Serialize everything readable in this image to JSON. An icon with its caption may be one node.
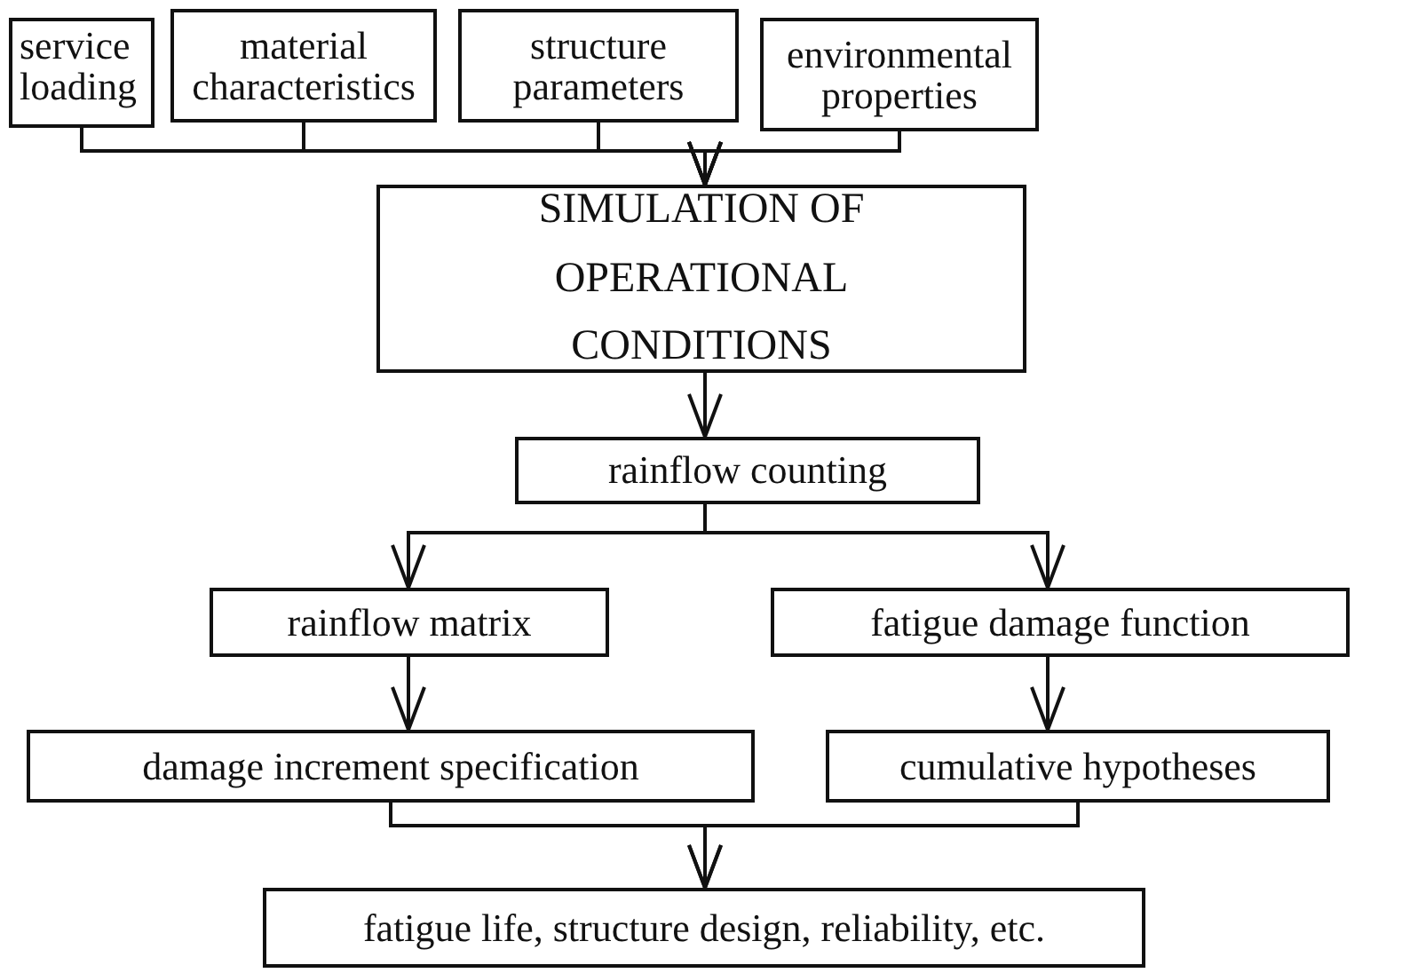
{
  "diagram": {
    "nodes": [
      {
        "text": [
          "service loading"
        ]
      },
      {
        "text": [
          "material characteristics"
        ]
      },
      {
        "text": [
          "structure parameters"
        ]
      },
      {
        "text": [
          "environmental properties"
        ]
      },
      {
        "text": [
          "SIMULATION OF OPERATIONAL CONDITIONS"
        ]
      },
      {
        "text": [
          "rainflow counting"
        ]
      },
      {
        "text": [
          "rainflow matrix"
        ]
      },
      {
        "text": [
          "fatigue damage function"
        ]
      },
      {
        "text": [
          "damage increment specification"
        ]
      },
      {
        "text": [
          "cumulative hypotheses"
        ]
      },
      {
        "text": [
          "fatigue life, structure design, reliability, etc."
        ]
      }
    ],
    "edges": [
      {
        "from": 0,
        "to": 4,
        "arrow": "to"
      },
      {
        "from": 1,
        "to": 4,
        "arrow": "to"
      },
      {
        "from": 2,
        "to": 4,
        "arrow": "to"
      },
      {
        "from": 3,
        "to": 4,
        "arrow": "to"
      },
      {
        "from": 4,
        "to": 5,
        "arrow": "to"
      },
      {
        "from": 5,
        "to": 6,
        "arrow": "to"
      },
      {
        "from": 5,
        "to": 7,
        "arrow": "to"
      },
      {
        "from": 6,
        "to": 8,
        "arrow": "to"
      },
      {
        "from": 7,
        "to": 9,
        "arrow": "to"
      },
      {
        "from": 8,
        "to": 10,
        "arrow": "to"
      },
      {
        "from": 9,
        "to": 10,
        "arrow": "to"
      }
    ]
  }
}
